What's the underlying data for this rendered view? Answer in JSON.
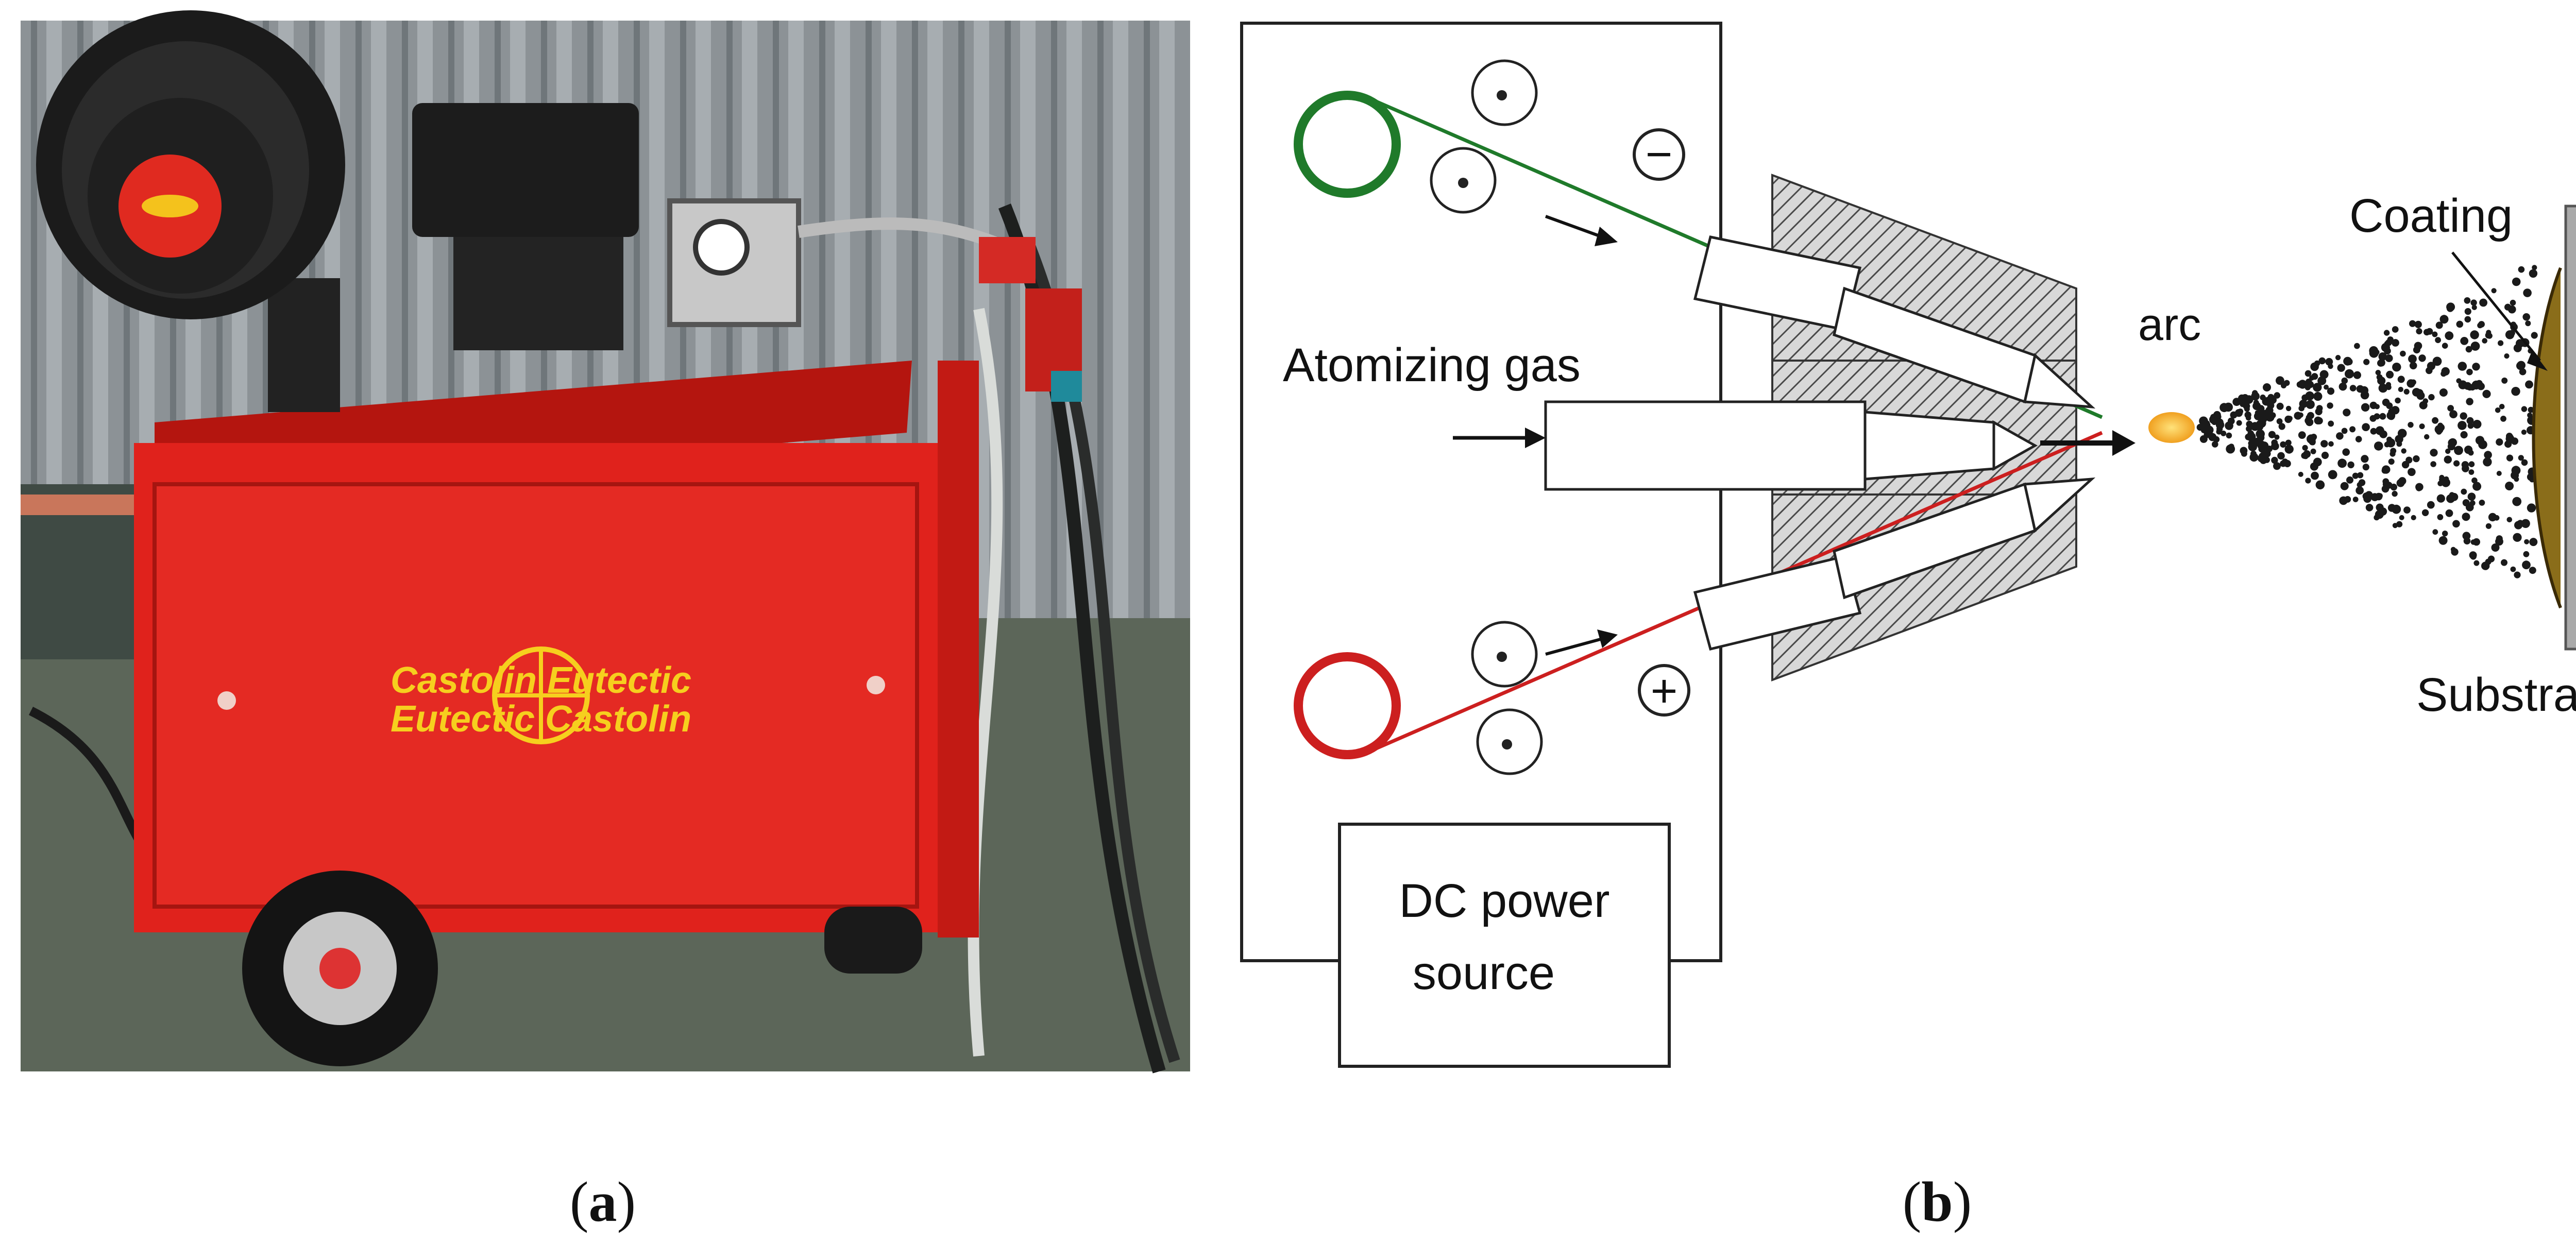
{
  "panel_a": {
    "caption_letter": "a",
    "machine_logo_line1": "Castolin Eutectic",
    "machine_logo_line2": "Eutectic Castolin",
    "colors": {
      "body": "#e0221c",
      "logo_text": "#f6cf1e",
      "spool": "#1b1b1b",
      "wall": "#8a8f93",
      "floor": "#5a6457"
    }
  },
  "panel_b": {
    "caption_letter": "b",
    "labels": {
      "atomizing_gas": "Atomizing gas",
      "arc": "arc",
      "coating": "Coating",
      "substrate": "Substrate",
      "dc_power_line1": "DC power",
      "dc_power_line2": "source",
      "negative": "−",
      "positive": "+"
    },
    "colors": {
      "negative_wire": "#1f7a2a",
      "positive_wire": "#cc1f1f",
      "arc": "#f0a020",
      "coating": "#8a6d1a",
      "substrate": "#a9a9a9"
    }
  }
}
